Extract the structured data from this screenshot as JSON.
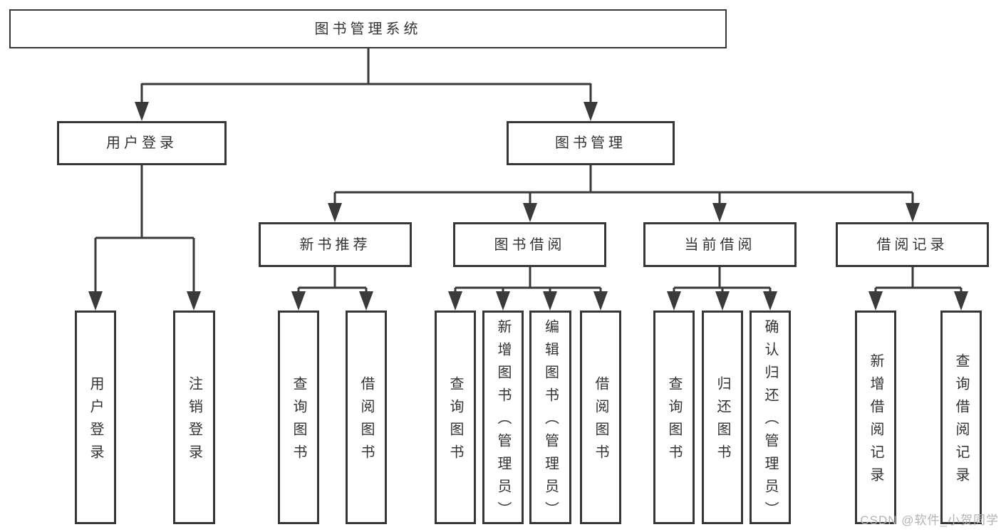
{
  "diagram_type": "hierarchy-tree",
  "tree": {
    "label": "图书管理系统",
    "children": [
      {
        "label": "用户登录",
        "children": [
          {
            "label": "用户登录"
          },
          {
            "label": "注销登录"
          }
        ]
      },
      {
        "label": "图书管理",
        "children": [
          {
            "label": "新书推荐",
            "children": [
              {
                "label": "查询图书"
              },
              {
                "label": "借阅图书"
              }
            ]
          },
          {
            "label": "图书借阅",
            "children": [
              {
                "label": "查询图书"
              },
              {
                "label": "新增图书（管理员）"
              },
              {
                "label": "编辑图书（管理员）"
              },
              {
                "label": "借阅图书"
              }
            ]
          },
          {
            "label": "当前借阅",
            "children": [
              {
                "label": "查询图书"
              },
              {
                "label": "归还图书"
              },
              {
                "label": "确认归还（管理员）"
              }
            ]
          },
          {
            "label": "借阅记录",
            "children": [
              {
                "label": "新增借阅记录"
              },
              {
                "label": "查询借阅记录"
              }
            ]
          }
        ]
      }
    ]
  },
  "watermark": {
    "text": "CSDN @软件_小贺同学"
  },
  "colors": {
    "line": "#3a3a3a",
    "border": "#363636",
    "text": "#333333",
    "watermark": "#b3b3b3",
    "background": "#ffffff"
  }
}
